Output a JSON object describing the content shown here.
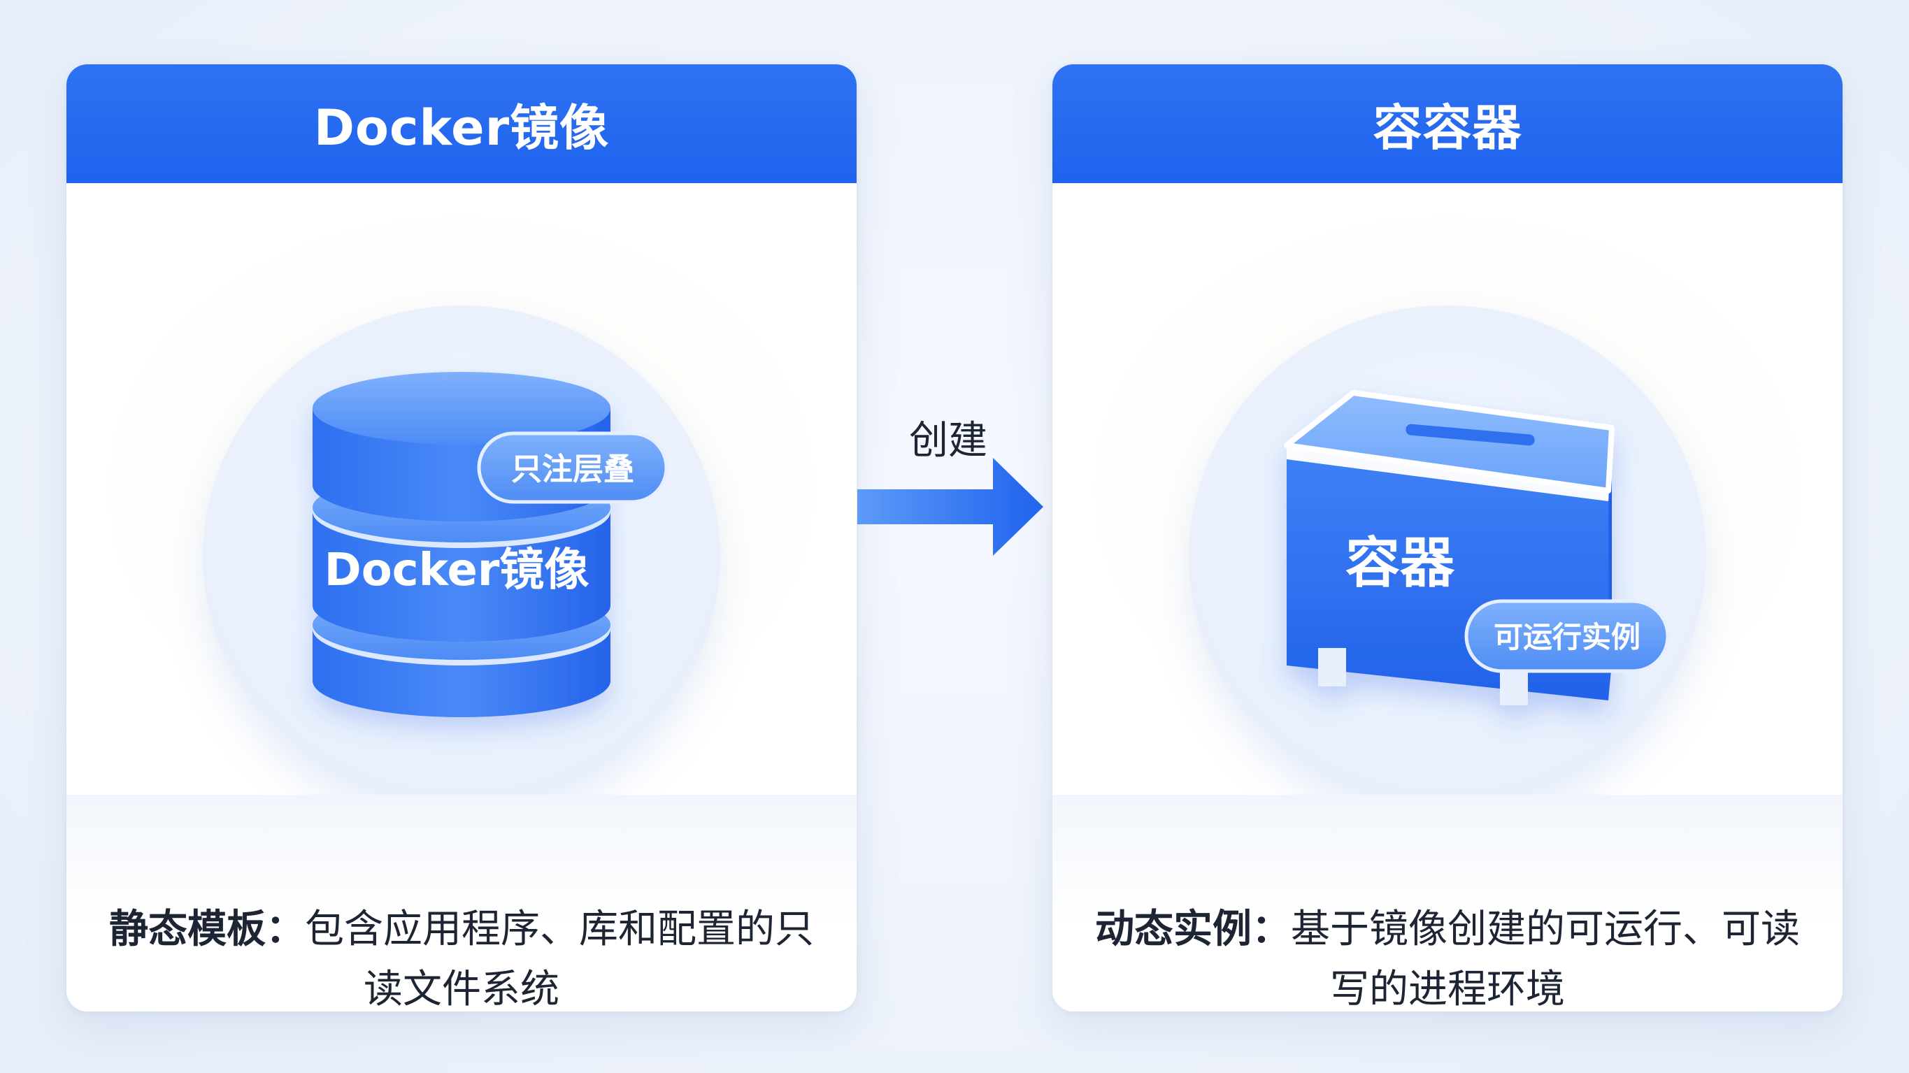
{
  "left_card": {
    "title": "Docker镜像",
    "illustration_label": "Docker镜像",
    "badge": "只注层叠",
    "desc_bold": "静态模板：",
    "desc_text": "包含应用程序、库和配置的只读文件系统"
  },
  "right_card": {
    "title": "容容器",
    "illustration_label": "容器",
    "badge": "可运行实例",
    "desc_bold": "动态实例：",
    "desc_text": "基于镜像创建的可运行、可读写的进程环境"
  },
  "arrow": {
    "label": "创建"
  },
  "colors": {
    "primary_blue": "#2169ee",
    "text_dark": "#1d2433"
  },
  "icons": {
    "image": "database-stack-icon",
    "container": "container-box-icon",
    "arrow": "arrow-right-icon"
  }
}
